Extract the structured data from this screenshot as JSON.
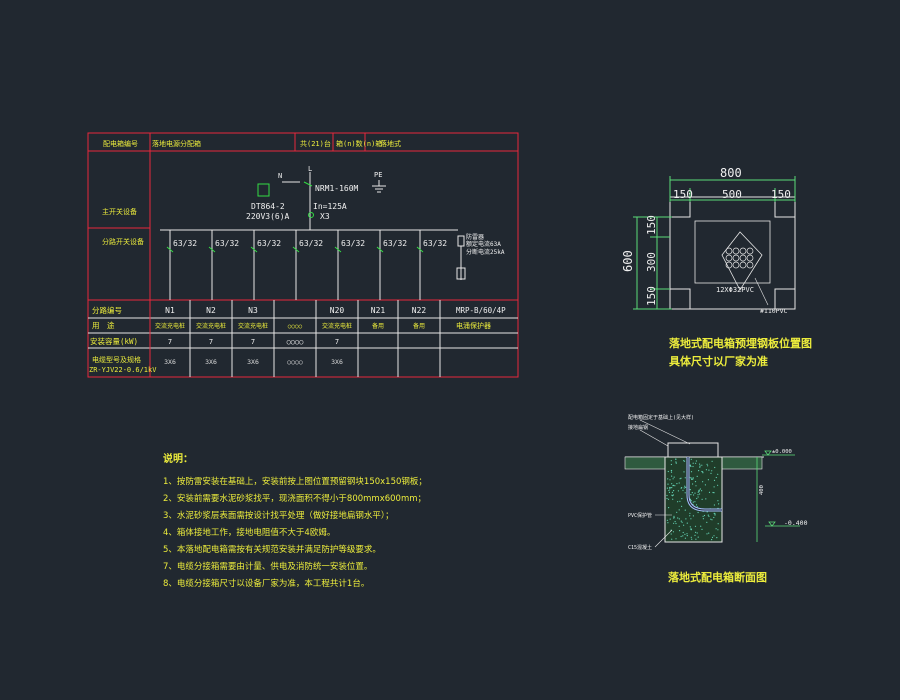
{
  "colors": {
    "background": "#212830",
    "frame": "#e8283c",
    "line": "#e6e6e6",
    "text_yellow": "#ecec3c",
    "text_white": "#f0f0f0",
    "text_light": "#dcdcdc",
    "accent_green": "#33dd44",
    "dimension_green": "#5cdc78",
    "wire_blue": "#a8c0ff",
    "earth_light": "#64d2b4"
  },
  "table": {
    "header": {
      "c1": "配电箱编号",
      "c2": "落地电源分配箱",
      "c3": "共(21)台",
      "c4": "箱(n)数(n)箱",
      "c5": "落地式"
    },
    "row_main_switch": "主开关设备",
    "row_branch_switch": "分路开关设备",
    "row_circuit_no": "分路编号",
    "row_use": "用　途",
    "row_power": "安装容量(kW)",
    "row_cable_1": "电缆型号及规格",
    "row_cable_2": "ZR-YJV22-0.6/1kV",
    "circuits": [
      {
        "no": "N1",
        "use": "交流充电桩",
        "power": "7",
        "cable": "3X6"
      },
      {
        "no": "N2",
        "use": "交流充电桩",
        "power": "7",
        "cable": "3X6"
      },
      {
        "no": "N3",
        "use": "交流充电桩",
        "power": "7",
        "cable": "3X6"
      },
      {
        "no": "",
        "use": "○○○○",
        "power": "○○○○",
        "cable": "○○○○"
      },
      {
        "no": "N20",
        "use": "交流充电桩",
        "power": "7",
        "cable": "3X6"
      },
      {
        "no": "N21",
        "use": "备用",
        "power": "",
        "cable": ""
      },
      {
        "no": "N22",
        "use": "备用",
        "power": "",
        "cable": ""
      }
    ],
    "box_model": "MRP-B/60/4P",
    "box_desc": "电涌保护器"
  },
  "schematic": {
    "label_N": "N",
    "label_L": "L",
    "label_PE": "PE",
    "breaker_main": "NRM1-160M",
    "breaker_in": "In=125A",
    "terminal": "X3",
    "meter_model": "DT864-2",
    "meter_spec": "220V3(6)A",
    "branch_ratings": [
      "63/32",
      "63/32",
      "63/32",
      "63/32",
      "63/32",
      "63/32",
      "63/32"
    ],
    "spd_line1": "防雷器",
    "spd_line2": "额定电流63A",
    "spd_line3": "分断电流25kA"
  },
  "plan": {
    "dim_total_w": "800",
    "dim_left": "150",
    "dim_mid": "500",
    "dim_right": "150",
    "dim_total_h": "600",
    "dim_top": "150",
    "dim_center": "300",
    "dim_bottom": "150",
    "pipe_label": "12XΦ32PVC",
    "pipe_label_2": "#110PVC",
    "caption_1": "落地式配电箱预埋钢板位置图",
    "caption_2": "具体尺寸以厂家为准"
  },
  "section": {
    "note_1": "配电箱固定于基础上(见大样)",
    "note_2": "接地扁钢",
    "level_top": "±0.000",
    "level_bottom": "-0.400",
    "depth": "400",
    "label_a": "PVC保护管",
    "label_b": "C15混凝土",
    "caption": "落地式配电箱断面图"
  },
  "notes": {
    "title": "说明：",
    "items": [
      "1、按防雷安装在基础上，安装前按上图位置预留钢块150x150钢板；",
      "2、安装前需要水泥砂浆找平，现浇面积不得小于800mmx600mm；",
      "3、水泥砂浆层表面需按设计找平处理（做好接地扁钢水平）；",
      "4、箱体接地工作，接地电阻值不大于4欧姆。",
      "5、本落地配电箱需按有关规范安装并满足防护等级要求。",
      "7、电缆分接箱需要由计量、供电及消防统一安装位置。",
      "8、电缆分接箱尺寸以设备厂家为准，本工程共计1台。"
    ]
  }
}
